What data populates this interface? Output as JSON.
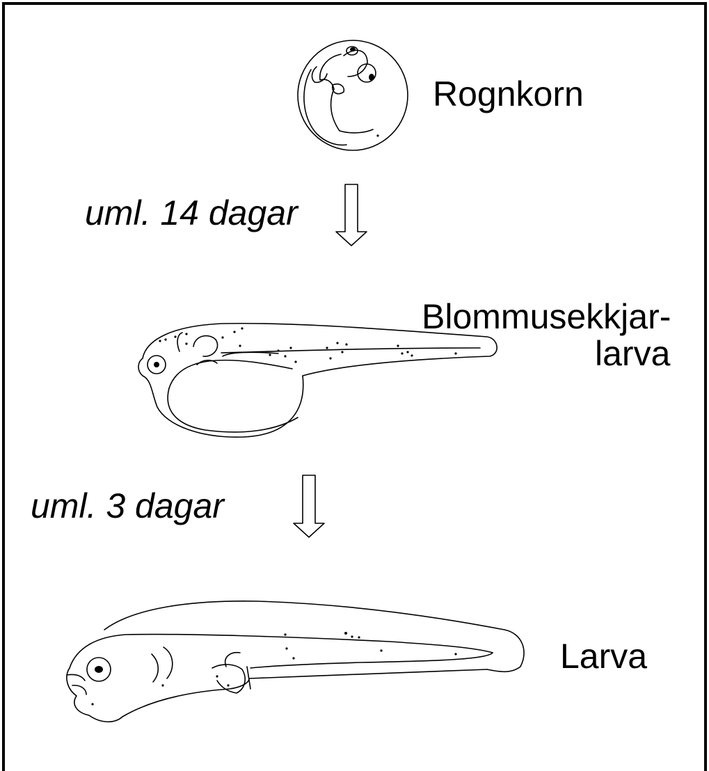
{
  "stages": [
    {
      "id": "egg",
      "label": "Rognkorn"
    },
    {
      "id": "yolk-sac-larva",
      "label_line1": "Blommusekkjar-",
      "label_line2": "larva"
    },
    {
      "id": "larva",
      "label": "Larva"
    }
  ],
  "transitions": [
    {
      "label": "uml. 14 dagar"
    },
    {
      "label": "uml. 3 dagar"
    }
  ]
}
